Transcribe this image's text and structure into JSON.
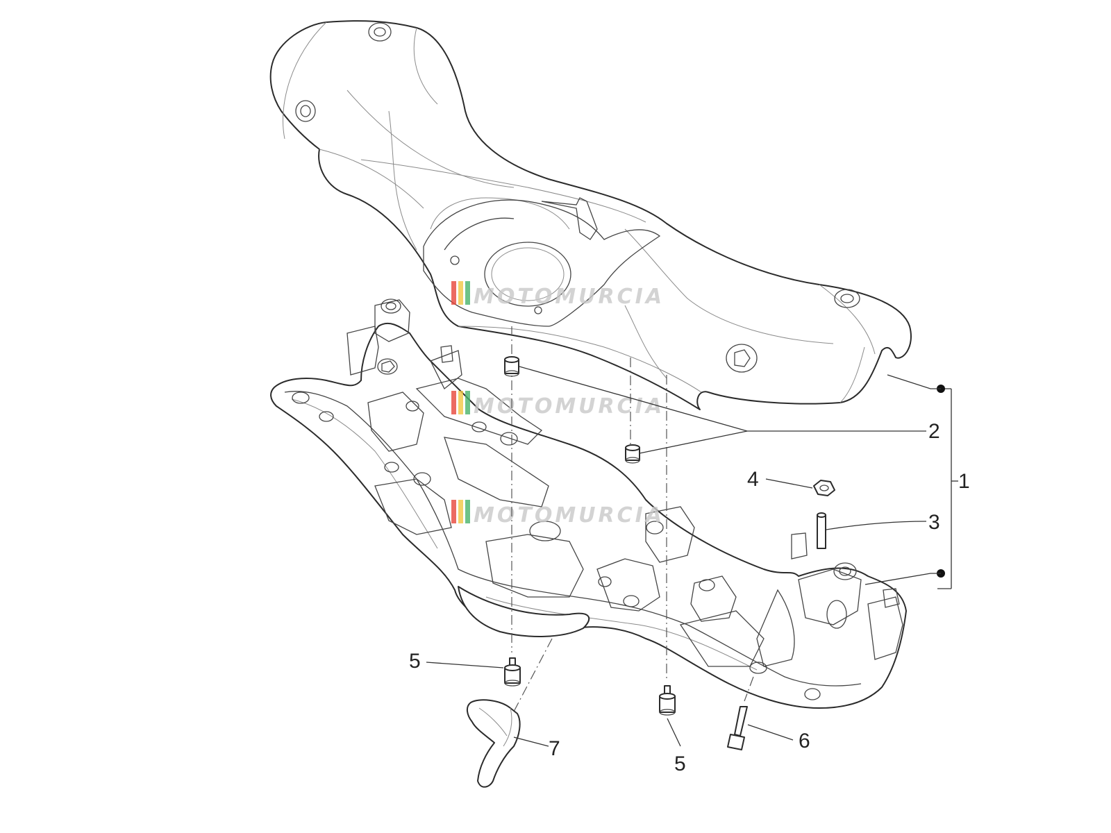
{
  "callouts": {
    "c1": "1",
    "c2": "2",
    "c3": "3",
    "c4": "4",
    "c5a": "5",
    "c5b": "5",
    "c6": "6",
    "c7": "7"
  },
  "watermark": {
    "text": "MOTOMURCIA",
    "stripe_colors": [
      "#e8473b",
      "#f2c744",
      "#49b36b"
    ]
  }
}
